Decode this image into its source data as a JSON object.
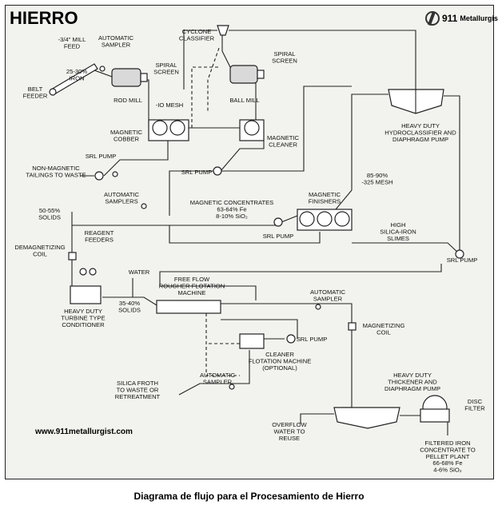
{
  "header": {
    "title": "HIERRO",
    "brand_number": "911",
    "brand_name": "Metallurgist"
  },
  "footer": {
    "website": "www.911metallurgist.com",
    "caption": "Diagrama de flujo para el Procesamiento de Hierro"
  },
  "labels": {
    "mill_feed": [
      "-3/4\" MILL",
      "FEED"
    ],
    "auto_sampler_1": [
      "AUTOMATIC",
      "SAMPLER"
    ],
    "iron_grade": [
      "25-30%",
      "IRON"
    ],
    "belt_feeder": [
      "BELT",
      "FEEDER"
    ],
    "spiral_screen_1": [
      "SPIRAL",
      "SCREEN"
    ],
    "rod_mill": [
      "ROD MILL"
    ],
    "cyclone_classifier": [
      "CYCLONE",
      "CLASSIFIER"
    ],
    "spiral_screen_2": [
      "SPIRAL",
      "SCREEN"
    ],
    "ball_mill": [
      "BALL MILL"
    ],
    "mesh_10": [
      "-IO MESH"
    ],
    "magnetic_cobber": [
      "MAGNETIC",
      "COBBER"
    ],
    "magnetic_cleaner": [
      "MAGNETIC",
      "CLEANER"
    ],
    "hydroclassifier": [
      "HEAVY DUTY",
      "HYDROCLASSIFIER AND",
      "DIAPHRAGM PUMP"
    ],
    "srl_pump_1": [
      "SRL PUMP"
    ],
    "non_magnetic_tailings": [
      "NON-MAGNETIC",
      "TAILINGS TO WASTE"
    ],
    "srl_pump_2": [
      "SRL PUMP"
    ],
    "mesh_325": [
      "85-90%",
      "-325 MESH"
    ],
    "auto_samplers_2": [
      "AUTOMATIC",
      "SAMPLERS"
    ],
    "solids_50": [
      "50-55%",
      "SOLIDS"
    ],
    "magnetic_concentrates": [
      "MAGNETIC CONCENTRATES",
      "63-64% Fe",
      "8-10% SiO₂"
    ],
    "magnetic_finishers": [
      "MAGNETIC",
      "FINISHERS"
    ],
    "srl_pump_3": [
      "SRL PUMP"
    ],
    "high_silica": [
      "HIGH",
      "SILICA-IRON",
      "SLIMES"
    ],
    "demagnetizing_coil": [
      "DEMAGNETIZING",
      "COIL"
    ],
    "reagent_feeders": [
      "REAGENT",
      "FEEDERS"
    ],
    "srl_pump_4": [
      "SRL PUMP"
    ],
    "water": [
      "WATER"
    ],
    "flotation": [
      "FREE FLOW",
      "ROUGHER FLOTATION",
      "MACHINE"
    ],
    "conditioner": [
      "HEAVY DUTY",
      "TURBINE TYPE",
      "CONDITIONER"
    ],
    "solids_35": [
      "35-40%",
      "SOLIDS"
    ],
    "auto_sampler_3": [
      "AUTOMATIC",
      "SAMPLER"
    ],
    "magnetizing_coil": [
      "MAGNETIZING",
      "COIL"
    ],
    "srl_pump_5": [
      "SRL PUMP"
    ],
    "cleaner_flotation": [
      "CLEANER",
      "FLOTATION MACHINE",
      "(OPTIONAL)"
    ],
    "auto_sampler_4": [
      "AUTOMATIC",
      "SAMPLER"
    ],
    "silica_froth": [
      "SILICA FROTH",
      "TO WASTE OR",
      "RETREATMENT"
    ],
    "thickener": [
      "HEAVY DUTY",
      "THICKENER AND",
      "DIAPHRAGM PUMP"
    ],
    "disc_filter": [
      "DISC",
      "FILTER"
    ],
    "overflow": [
      "OVERFLOW",
      "WATER TO",
      "REUSE"
    ],
    "filtered_iron": [
      "FILTERED IRON",
      "CONCENTRATE TO",
      "PELLET PLANT",
      "66-68% Fe",
      "4-6% SiO₂"
    ]
  }
}
